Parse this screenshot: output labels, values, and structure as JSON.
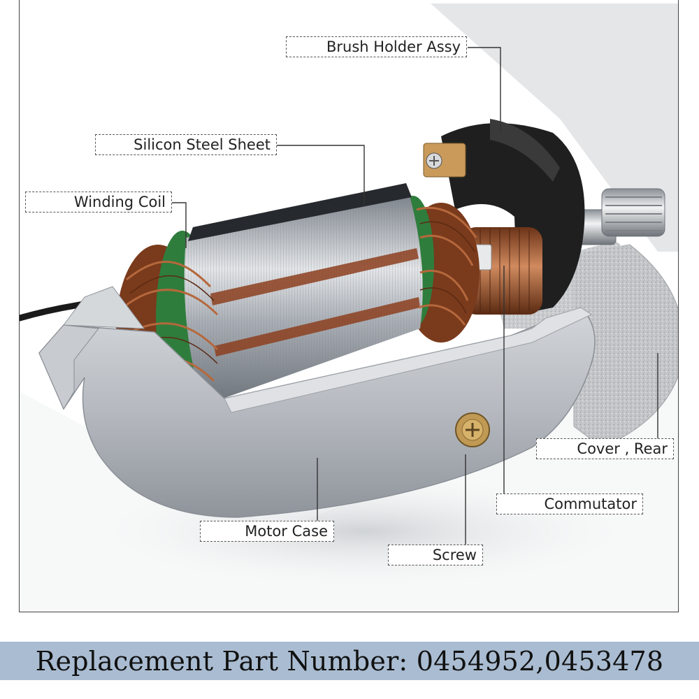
{
  "labels": {
    "brush_holder": "Brush Holder Assy",
    "silicon_steel": "Silicon Steel Sheet",
    "winding_coil": "Winding Coil",
    "cover_rear": "Cover , Rear",
    "commutator": "Commutator",
    "motor_case": "Motor Case",
    "screw": "Screw"
  },
  "footer": {
    "text": "Replacement Part Number: 0454952,0453478"
  },
  "colors": {
    "footer_bg": "#a9bcd1",
    "copper": "#9c4f2a",
    "steel": "#c9ccd1",
    "housing": "#b9bdc3",
    "insulation": "#2f7d3c",
    "brush_holder": "#1f1f1f"
  }
}
